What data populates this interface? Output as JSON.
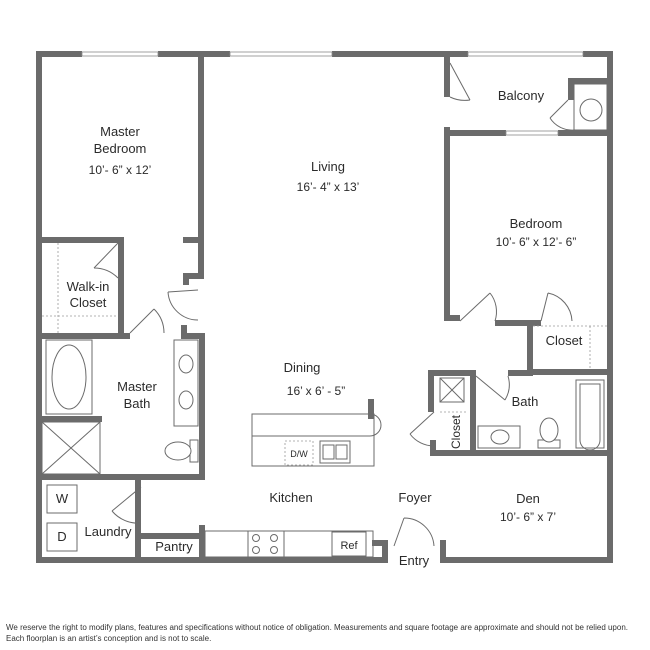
{
  "rooms": {
    "master_bedroom": {
      "name_line1": "Master",
      "name_line2": "Bedroom",
      "dims": "10’- 6” x 12’"
    },
    "living": {
      "name": "Living",
      "dims": "16’- 4” x 13’"
    },
    "balcony": {
      "name": "Balcony"
    },
    "bedroom": {
      "name": "Bedroom",
      "dims": "10’- 6” x 12’- 6”"
    },
    "walkin_closet": {
      "name_line1": "Walk-in",
      "name_line2": "Closet"
    },
    "closet": {
      "name": "Closet"
    },
    "master_bath": {
      "name_line1": "Master",
      "name_line2": "Bath"
    },
    "dining": {
      "name": "Dining",
      "dims": "16’ x 6’ - 5”"
    },
    "bath": {
      "name": "Bath"
    },
    "hall_closet": {
      "name": "Closet"
    },
    "kitchen": {
      "name": "Kitchen"
    },
    "foyer": {
      "name": "Foyer"
    },
    "den": {
      "name": "Den",
      "dims": "10’- 6” x 7’"
    },
    "laundry": {
      "name": "Laundry"
    },
    "pantry": {
      "name": "Pantry"
    },
    "entry": {
      "name": "Entry"
    }
  },
  "fixtures": {
    "washer": "W",
    "dryer": "D",
    "dishwasher": "D/W",
    "refrigerator": "Ref"
  },
  "disclaimer": {
    "line1": "We reserve the right to modify plans, features and specifications without notice of obligation. Measurements and square footage are approximate and should not be relied upon.",
    "line2": "Each floorplan is an artist’s conception and is not to scale."
  }
}
